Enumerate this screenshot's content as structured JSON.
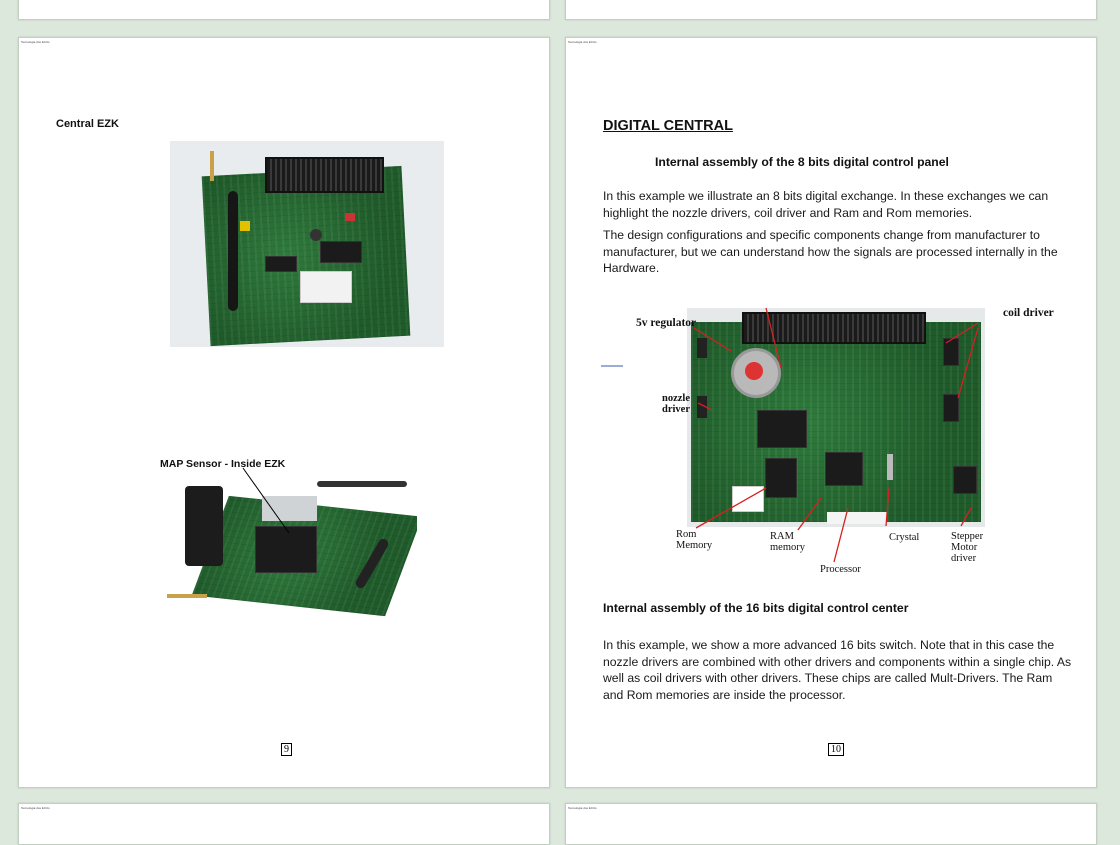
{
  "pages": {
    "left": {
      "header_text": "Tecnologia dos ECUs",
      "caption_central": "Central EZK",
      "caption_map": "MAP Sensor - Inside EZK",
      "page_number": "9"
    },
    "right": {
      "header_text": "Tecnologia dos ECUs",
      "title": "DIGITAL CENTRAL",
      "subtitle_8bit": "Internal assembly of the 8 bits digital control panel",
      "para1": "In this example we illustrate an 8 bits digital exchange. In these exchanges we can highlight the nozzle drivers, coil driver and Ram and Rom memories.",
      "para2": "The design configurations and specific components change from manufacturer to manufacturer, but we can understand how the signals are processed internally in the Hardware.",
      "figure_labels": {
        "regulator": "5v regulator",
        "coil_driver": "coil driver",
        "nozzle_line1": "nozzle",
        "nozzle_line2": "driver",
        "rom_line1": "Rom",
        "rom_line2": "Memory",
        "ram_line1": "RAM",
        "ram_line2": "memory",
        "processor": "Processor",
        "crystal": "Crystal",
        "stepper_line1": "Stepper",
        "stepper_line2": "Motor",
        "stepper_line3": "driver"
      },
      "subtitle_16bit": "Internal assembly of the 16 bits digital control center",
      "para3": "In this example, we show a more advanced 16 bits switch. Note that in this case the nozzle drivers are combined with other drivers and components within a single chip. As well as coil drivers with other drivers. These chips are called Mult-Drivers. The Ram and Rom memories are inside the processor.",
      "page_number": "10"
    }
  },
  "colors": {
    "background": "#dce8dc",
    "page": "#ffffff",
    "arrow": "#d62020"
  }
}
